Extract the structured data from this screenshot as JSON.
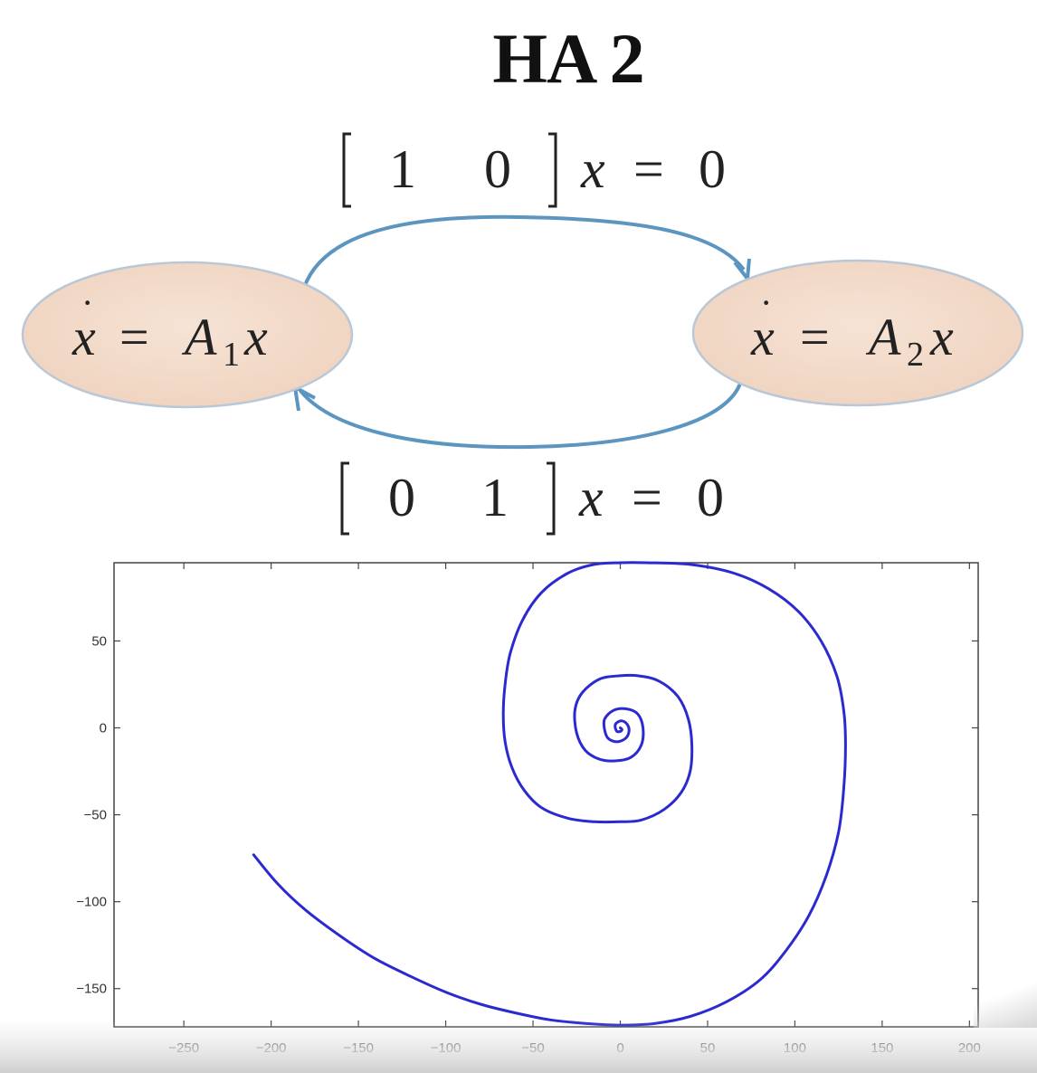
{
  "slide": {
    "title": "HA 2"
  },
  "automaton": {
    "mode_left": {
      "lhs": "x",
      "eq": "=",
      "matrix": "A",
      "subscript": "1",
      "rhs": "x"
    },
    "mode_right": {
      "lhs": "x",
      "eq": "=",
      "matrix": "A",
      "subscript": "2",
      "rhs": "x"
    },
    "guard_top": {
      "row": [
        "1",
        "0"
      ],
      "var": "x",
      "eq": "=",
      "value": "0"
    },
    "guard_bottom": {
      "row": [
        "0",
        "1"
      ],
      "var": "x",
      "eq": "=",
      "value": "0"
    },
    "colors": {
      "state_fill": "#f3dccb",
      "state_stroke": "#b9c7d6",
      "arrow": "#5b95c0"
    }
  },
  "chart_data": {
    "type": "line",
    "title": "",
    "xlabel": "",
    "ylabel": "",
    "xlim": [
      -290,
      205
    ],
    "ylim": [
      -172,
      95
    ],
    "xticks": [
      -250,
      -200,
      -150,
      -100,
      -50,
      0,
      50,
      100,
      150,
      200
    ],
    "yticks": [
      50,
      0,
      -50,
      -100,
      -150
    ],
    "grid": false,
    "series": [
      {
        "color": "#2a2ad0",
        "points": [
          [
            -210,
            -73
          ],
          [
            -196,
            -90
          ],
          [
            -180,
            -105
          ],
          [
            -160,
            -120
          ],
          [
            -140,
            -133
          ],
          [
            -120,
            -143
          ],
          [
            -100,
            -152
          ],
          [
            -80,
            -159
          ],
          [
            -60,
            -164
          ],
          [
            -40,
            -168
          ],
          [
            -20,
            -170
          ],
          [
            0,
            -171
          ],
          [
            20,
            -170
          ],
          [
            40,
            -166
          ],
          [
            60,
            -158
          ],
          [
            80,
            -145
          ],
          [
            95,
            -128
          ],
          [
            108,
            -108
          ],
          [
            118,
            -85
          ],
          [
            125,
            -60
          ],
          [
            128,
            -35
          ],
          [
            129,
            -10
          ],
          [
            128,
            10
          ],
          [
            124,
            30
          ],
          [
            115,
            50
          ],
          [
            102,
            67
          ],
          [
            85,
            80
          ],
          [
            65,
            89
          ],
          [
            40,
            94
          ],
          [
            15,
            95
          ],
          [
            0,
            95
          ],
          [
            -15,
            94
          ],
          [
            -30,
            89
          ],
          [
            -45,
            78
          ],
          [
            -56,
            62
          ],
          [
            -63,
            43
          ],
          [
            -66,
            25
          ],
          [
            -67,
            8
          ],
          [
            -66,
            -8
          ],
          [
            -62,
            -23
          ],
          [
            -55,
            -36
          ],
          [
            -45,
            -46
          ],
          [
            -30,
            -52
          ],
          [
            -15,
            -54
          ],
          [
            0,
            -54
          ],
          [
            12,
            -53
          ],
          [
            25,
            -47
          ],
          [
            35,
            -37
          ],
          [
            40,
            -25
          ],
          [
            41,
            -10
          ],
          [
            39,
            5
          ],
          [
            33,
            18
          ],
          [
            22,
            27
          ],
          [
            10,
            30
          ],
          [
            0,
            30
          ],
          [
            -12,
            28
          ],
          [
            -22,
            20
          ],
          [
            -26,
            10
          ],
          [
            -25,
            -3
          ],
          [
            -20,
            -13
          ],
          [
            -12,
            -18
          ],
          [
            -3,
            -19
          ],
          [
            6,
            -17
          ],
          [
            12,
            -10
          ],
          [
            13,
            0
          ],
          [
            10,
            8
          ],
          [
            3,
            11
          ],
          [
            -4,
            10
          ],
          [
            -9,
            5
          ],
          [
            -9,
            -1
          ],
          [
            -7,
            -6
          ],
          [
            -2,
            -8
          ],
          [
            3,
            -6
          ],
          [
            5,
            -2
          ],
          [
            4,
            2
          ],
          [
            1,
            4
          ],
          [
            -2,
            3
          ],
          [
            -3,
            1
          ],
          [
            -2,
            -2
          ],
          [
            0,
            -2
          ],
          [
            1,
            -1
          ],
          [
            0,
            0
          ]
        ]
      }
    ]
  }
}
